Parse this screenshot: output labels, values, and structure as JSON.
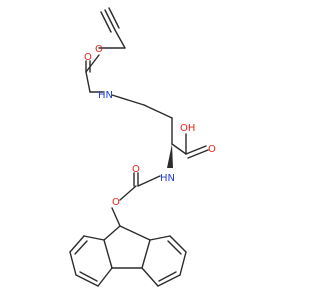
{
  "colors": {
    "bond": "#2b2b2b",
    "oxygen": "#e8231a",
    "nitrogen": "#2340d6",
    "background": "#ffffff"
  },
  "atoms": {
    "ester_oxygen_top": "O",
    "carbonyl_oxygen_top": "O",
    "nh_side_chain": "HN",
    "acid_oh": "OH",
    "acid_carbonyl_oxygen": "O",
    "nh_alpha": "HN",
    "carbonyl_oxygen_fmoc": "O",
    "ester_oxygen_fmoc": "O"
  }
}
